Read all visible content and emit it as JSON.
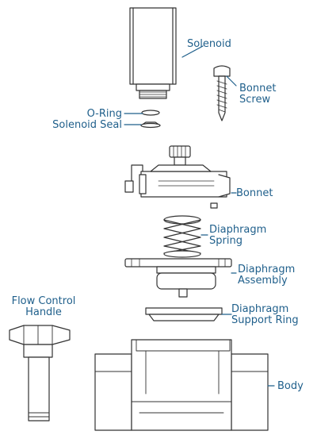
{
  "colors": {
    "label": "#1f5f8b",
    "leader": "#1f5f8b",
    "outline": "#333333",
    "fill": "#ffffff"
  },
  "parts": {
    "solenoid": {
      "label": "Solenoid"
    },
    "bonnet_screw": {
      "line1": "Bonnet",
      "line2": "Screw"
    },
    "o_ring": {
      "label": "O-Ring"
    },
    "solenoid_seal": {
      "label": "Solenoid Seal"
    },
    "bonnet": {
      "label": "Bonnet"
    },
    "diaphragm_spring": {
      "line1": "Diaphragm",
      "line2": "Spring"
    },
    "diaphragm_assembly": {
      "line1": "Diaphragm",
      "line2": "Assembly"
    },
    "diaphragm_support_ring": {
      "line1": "Diaphragm",
      "line2": "Support Ring"
    },
    "flow_control_handle": {
      "line1": "Flow Control",
      "line2": "Handle"
    },
    "body": {
      "label": "Body"
    }
  }
}
